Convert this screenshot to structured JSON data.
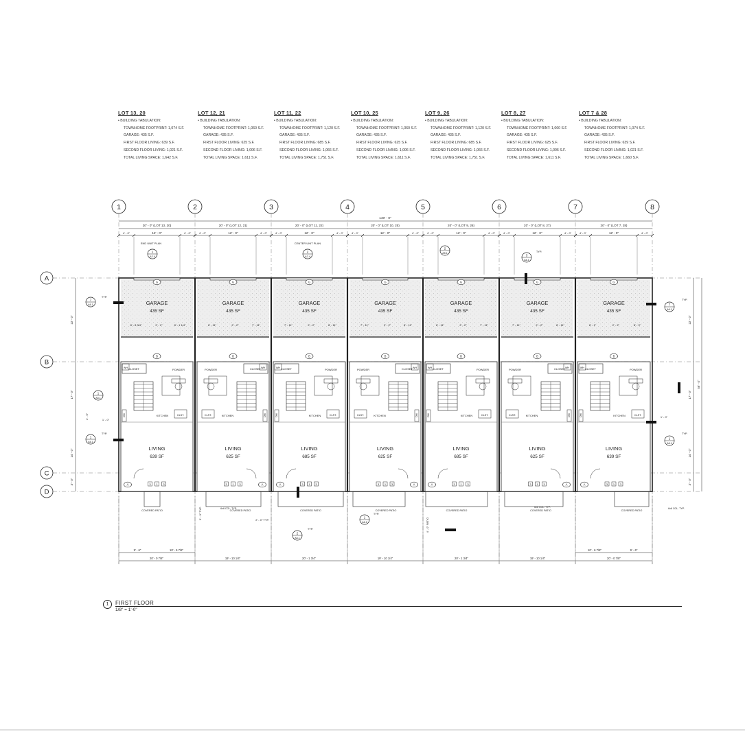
{
  "tabulations": [
    {
      "title": "LOT 13, 20",
      "heading": "BUILDING TABULATION:",
      "rows": [
        "TOWNHOME FOOTPRINT: 1,074 S.F.",
        "GARAGE: 435 S.F.",
        "FIRST FLOOR LIVING: 639 S.F.",
        "SECOND FLOOR LIVING: 1,021 S.F.",
        "TOTAL LIVING SPACE: 1,642 S.F."
      ]
    },
    {
      "title": "LOT 12, 21",
      "heading": "BUILDING TABULATION:",
      "rows": [
        "TOWNHOME FOOTPRINT: 1,060 S.F.",
        "GARAGE: 435 S.F.",
        "FIRST FLOOR LIVING: 625 S.F.",
        "SECOND FLOOR LIVING: 1,006 S.F.",
        "TOTAL LIVING SPACE: 1,611 S.F."
      ]
    },
    {
      "title": "LOT 11, 22",
      "heading": "BUILDING TABULATION:",
      "rows": [
        "TOWNHOME FOOTPRINT: 1,120 S.F.",
        "GARAGE: 435 S.F.",
        "FIRST FLOOR LIVING: 685 S.F.",
        "SECOND FLOOR LIVING: 1,066 S.F.",
        "TOTAL LIVING SPACE: 1,751 S.F."
      ]
    },
    {
      "title": "LOT 10, 25",
      "heading": "BUILDING TABULATION:",
      "rows": [
        "TOWNHOME FOOTPRINT: 1,060 S.F.",
        "GARAGE: 435 S.F.",
        "FIRST FLOOR LIVING: 625 S.F.",
        "SECOND FLOOR LIVING: 1,006 S.F.",
        "TOTAL LIVING SPACE: 1,611 S.F."
      ]
    },
    {
      "title": "LOT 9, 26",
      "heading": "BUILDING TABULATION:",
      "rows": [
        "TOWNHOME FOOTPRINT: 1,120 S.F.",
        "GARAGE: 435 S.F.",
        "FIRST FLOOR LIVING: 685 S.F.",
        "SECOND FLOOR LIVING: 1,066 S.F.",
        "TOTAL LIVING SPACE: 1,751 S.F."
      ]
    },
    {
      "title": "LOT 8, 27",
      "heading": "BUILDING TABULATION:",
      "rows": [
        "TOWNHOME FOOTPRINT: 1,060 S.F.",
        "GARAGE: 435 S.F.",
        "FIRST FLOOR LIVING: 625 S.F.",
        "SECOND FLOOR LIVING: 1,006 S.F.",
        "TOTAL LIVING SPACE: 1,611 S.F."
      ]
    },
    {
      "title": "LOT 7 & 28",
      "heading": "BUILDING TABULATION:",
      "rows": [
        "TOWNHOME FOOTPRINT: 1,074 S.F.",
        "GARAGE: 435 S.F.",
        "FIRST FLOOR LIVING: 639 S.F.",
        "SECOND FLOOR LIVING: 1,021 S.F.",
        "TOTAL LIVING SPACE: 1,660 S.F."
      ]
    }
  ],
  "grid_columns": [
    "1",
    "2",
    "3",
    "4",
    "5",
    "6",
    "7",
    "8"
  ],
  "grid_rows": [
    "A",
    "B",
    "C",
    "D"
  ],
  "overall_dim": "140' - 0\"",
  "unit_widths": [
    "20' - 0\" (LOT 13, 20)",
    "20' - 0\" (LOT 12, 21)",
    "20' - 0\" (LOT 11, 22)",
    "20' - 0\" (LOT 10, 25)",
    "20' - 0\" (LOT 9, 26)",
    "20' - 0\" (LOT 8, 27)",
    "20' - 0\" (LOT 7, 28)"
  ],
  "sub_dims": {
    "side": "4' - 0\"",
    "door": "12' - 0\""
  },
  "garage_label": "GARAGE",
  "garage_area": "435 SF",
  "garage_dims": [
    [
      "8' - 8 3/4\"",
      "2' - 2\"",
      "8' - 1 1/4\""
    ],
    [
      "8' - 11\"",
      "2' - 2\"",
      "7' - 11\""
    ],
    [
      "7' - 11\"",
      "2' - 2\"",
      "8' - 11\""
    ],
    [
      "7' - 11\"",
      "2' - 2\"",
      "8' - 11\""
    ],
    [
      "8' - 11\"",
      "2' - 2\"",
      "7' - 11\""
    ],
    [
      "7' - 11\"",
      "2' - 2\"",
      "8' - 11\""
    ],
    [
      "8' - 1\"",
      "2' - 2\"",
      "8' - 9\""
    ]
  ],
  "living_label": "LIVING",
  "living_areas": [
    "639 SF",
    "625 SF",
    "685 SF",
    "625 SF",
    "685 SF",
    "625 SF",
    "639 SF"
  ],
  "room_labels": {
    "closet": "CLOSET",
    "powder": "POWDER",
    "kitchen": "KITCHEN",
    "clst": "CLST.",
    "wh": "WH",
    "dw": "DW"
  },
  "plan_notes": {
    "end_unit": "END UNIT PLAN",
    "center_unit": "CENTER UNIT PLAN",
    "covered_patio": "COVERED PATIO",
    "col": "6x6 COL. TYP.",
    "typ": "TYP."
  },
  "tags": {
    "door_g": "G",
    "door_b": "B",
    "door_a": "A",
    "sheet_a24": "A2.4",
    "sheet_a51": "A5.1",
    "sheet_a61": "A6.1",
    "sheet_a62": "A6.2"
  },
  "side_dims": {
    "garage_depth": "22' - 0\"",
    "living_upper": "17' - 0\"",
    "living_lower": "14' - 0\"",
    "overall_depth": "56' - 0\"",
    "patio_depth": "3' - 0\"",
    "small_4": "4' - 0\"",
    "small_1": "1' - 0\""
  },
  "bottom_dims": {
    "end_a": "9' - 6\"",
    "end_b": "10' - 6 7/8\"",
    "end_tot": "20' - 0 7/8\"",
    "span_a": "19' - 10 1/4\"",
    "span_b": "20' - 1 3/4\"",
    "patio_off": "2' - 0\" TYP.",
    "patio_side": "3' - 0\" TYP.",
    "patio_side2": "4' - 0\" PATIO"
  },
  "title_block": {
    "number": "1",
    "title": "FIRST FLOOR",
    "scale": "1/8\" = 1'-0\""
  },
  "colors": {
    "line": "#222222",
    "hatch": "#e6e6e6",
    "grid": "#555555"
  }
}
